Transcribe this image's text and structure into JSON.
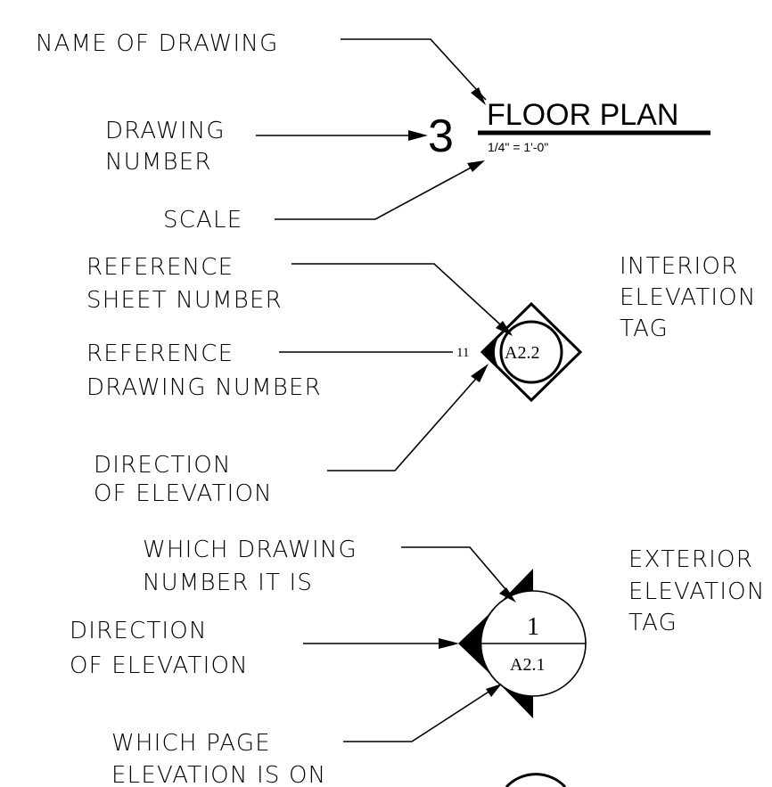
{
  "labels": {
    "name_of_drawing": "NAME OF DRAWING",
    "drawing": "DRAWING",
    "number": "NUMBER",
    "scale": "SCALE",
    "reference": "REFERENCE",
    "sheet_number": "SHEET NUMBER",
    "reference2": "REFERENCE",
    "drawing_number": "DRAWING NUMBER",
    "direction": "DIRECTION",
    "of_elevation": "OF ELEVATION",
    "interior": "INTERIOR",
    "elevation": "ELEVATION",
    "tag": "TAG",
    "which_drawing": "WHICH DRAWING",
    "number_it_is": "NUMBER IT IS",
    "direction2": "DIRECTION",
    "of_elevation2": "OF ELEVATION",
    "exterior": "EXTERIOR",
    "elevation2": "ELEVATION",
    "tag2": "TAG",
    "which_page": "WHICH PAGE",
    "elevation_is_on": "ELEVATION IS ON"
  },
  "title_block": {
    "drawing_number": "3",
    "drawing_name": "FLOOR PLAN",
    "scale": "1/4\" = 1'-0\""
  },
  "interior_tag": {
    "sheet": "A2.2",
    "drawing": "11"
  },
  "exterior_tag": {
    "drawing": "1",
    "sheet": "A2.1"
  }
}
